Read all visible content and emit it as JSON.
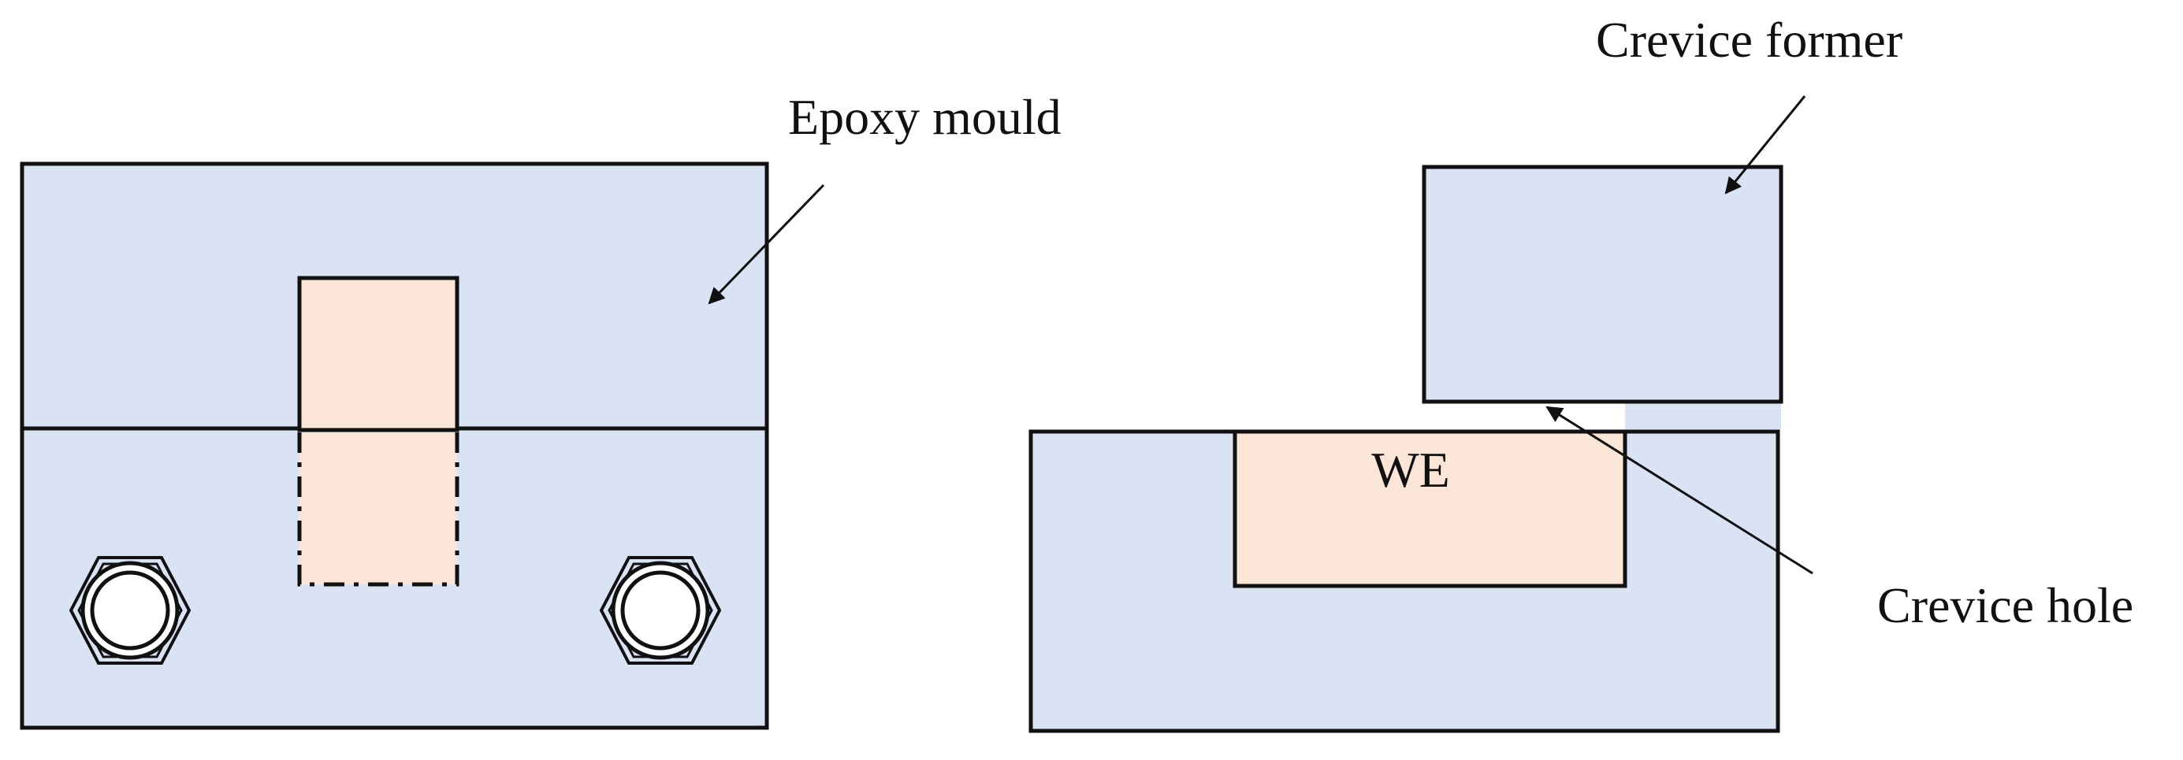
{
  "labels": {
    "epoxy_mould": "Epoxy mould",
    "crevice_former": "Crevice former",
    "crevice_hole": "Crevice hole",
    "working_electrode": "WE"
  },
  "colors": {
    "mould_fill": "#dae3f3",
    "electrode_fill": "#fbe5d6",
    "line": "#111111",
    "background": "#ffffff"
  }
}
